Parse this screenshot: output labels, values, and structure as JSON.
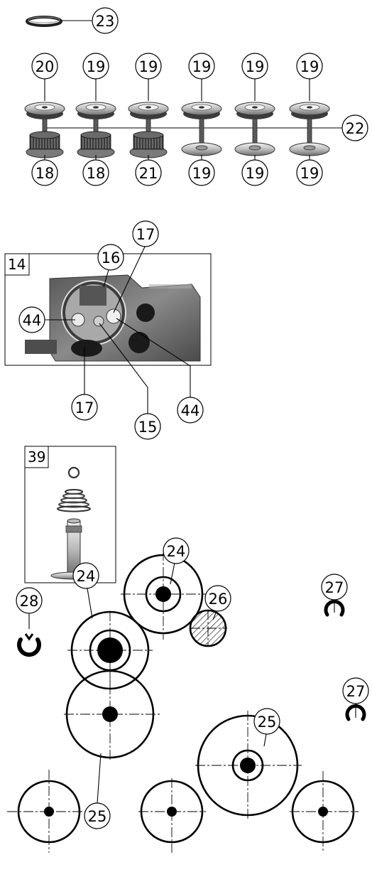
{
  "top_section": {
    "ring_callout": "23",
    "upper_wheel_callouts": [
      "20",
      "19",
      "19",
      "19",
      "19",
      "19"
    ],
    "lower_wheel_callouts": [
      "18",
      "18",
      "21",
      "19",
      "19",
      "19"
    ],
    "axle_link_callout": "22"
  },
  "motor_box": {
    "box_label": "14",
    "callouts": {
      "top_a": "17",
      "top_b": "16",
      "left": "44",
      "bottom_left": "17",
      "bottom_mid": "15",
      "bottom_right": "44"
    }
  },
  "pin_box": {
    "box_label": "39"
  },
  "gear_section": {
    "callouts": {
      "gear_top_right": "24",
      "gear_top_left": "24",
      "clip_left": "28",
      "clip_right_top": "27",
      "clip_right_bottom": "27",
      "small_gear_hatched": "26",
      "big_right_gear": "25",
      "big_left_gear": "25"
    }
  },
  "colors": {
    "line": "#000000",
    "metal_light": "#d9d9d9",
    "metal_dark": "#555555",
    "box_fill": "#777777"
  }
}
